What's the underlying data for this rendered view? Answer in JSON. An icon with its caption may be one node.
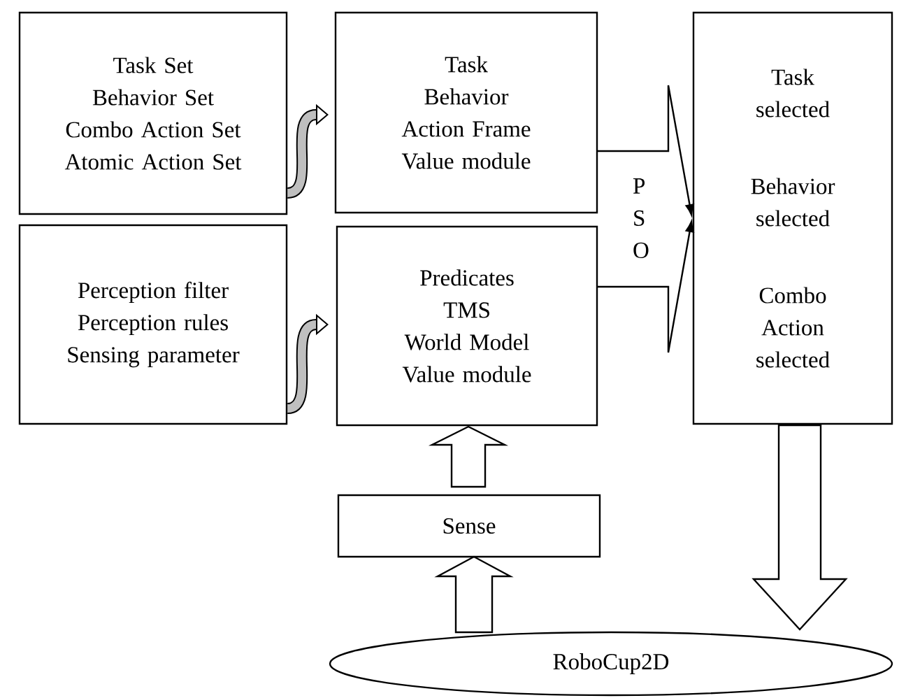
{
  "diagram": {
    "nodes": [
      {
        "text": [
          "Task Set",
          "Behavior Set",
          "Combo Action Set",
          "Atomic Action Set"
        ]
      },
      {
        "text": [
          "Perception filter",
          "Perception rules",
          "Sensing parameter"
        ]
      },
      {
        "text": [
          "Task",
          "Behavior",
          "Action Frame",
          "Value module"
        ]
      },
      {
        "text": [
          "Predicates",
          "TMS",
          "World Model",
          "Value module"
        ]
      },
      {
        "text": [
          "Task selected",
          "Behavior selected",
          "Combo Action selected"
        ]
      },
      {
        "text": [
          "Sense"
        ]
      },
      {
        "text": [
          "RoboCup2D"
        ]
      }
    ],
    "edges": [
      {
        "from": 0,
        "to": 2,
        "arrow": "to",
        "style": "thick"
      },
      {
        "from": 1,
        "to": 3,
        "arrow": "to",
        "style": "thick"
      },
      {
        "from": 2,
        "to": 4,
        "arrow": "to",
        "label": "P S O"
      },
      {
        "from": 3,
        "to": 4,
        "arrow": "to"
      },
      {
        "from": 5,
        "to": 3,
        "arrow": "to"
      },
      {
        "from": 6,
        "to": 5,
        "arrow": "to"
      },
      {
        "from": 4,
        "to": 6,
        "arrow": "to"
      }
    ]
  }
}
